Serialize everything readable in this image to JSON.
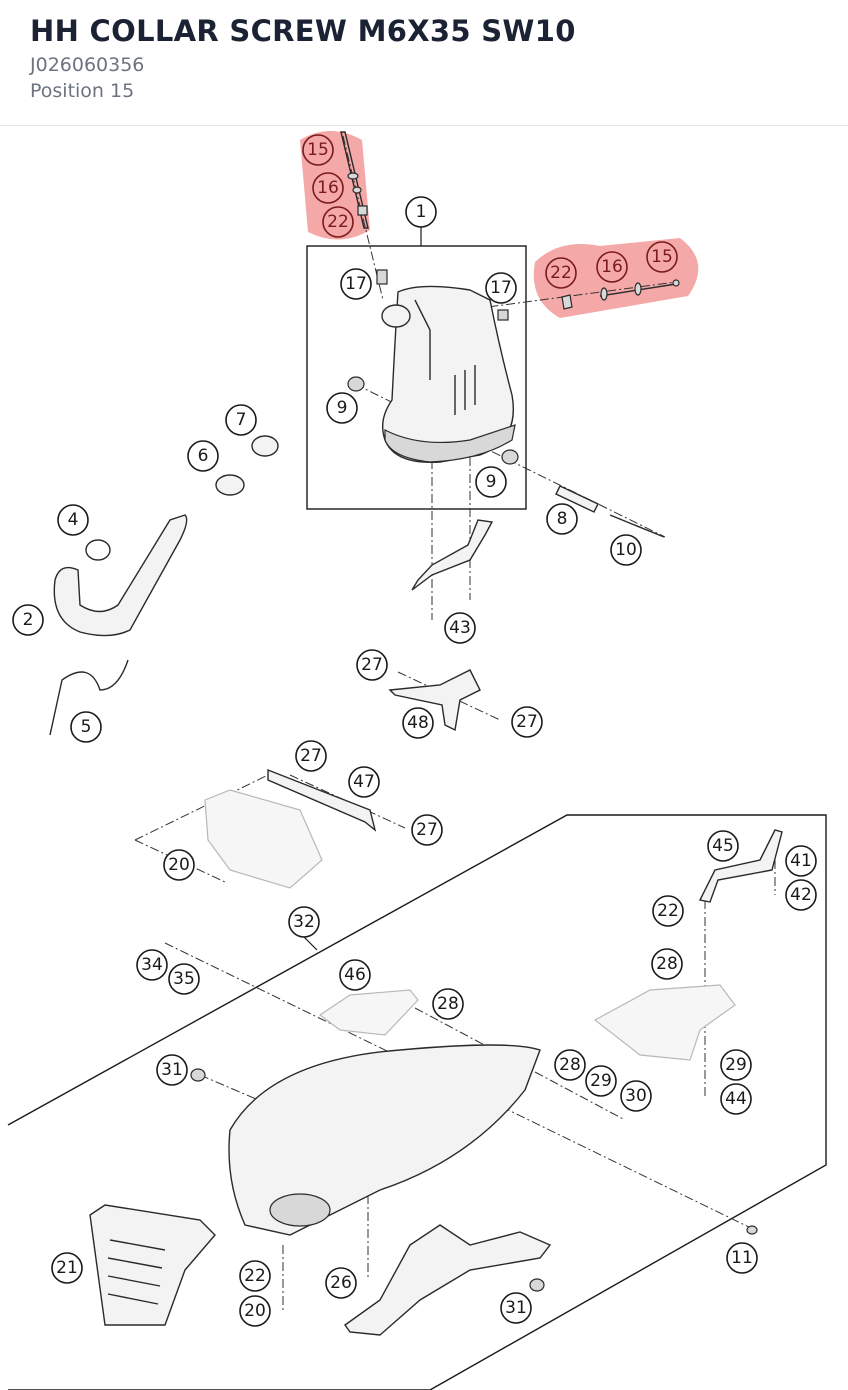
{
  "header": {
    "title": "HH COLLAR SCREW M6X35 SW10",
    "part_number": "J026060356",
    "position": "Position 15"
  },
  "colors": {
    "title": "#1a2233",
    "subtitle": "#6b7280",
    "highlight": "#f07c7c"
  },
  "diagram": {
    "callouts": [
      {
        "label": "15",
        "highlight": true
      },
      {
        "label": "16",
        "highlight": true
      },
      {
        "label": "22",
        "highlight": true
      },
      {
        "label": "1",
        "highlight": false
      },
      {
        "label": "17",
        "highlight": false
      },
      {
        "label": "17",
        "highlight": false
      },
      {
        "label": "22",
        "highlight": true
      },
      {
        "label": "16",
        "highlight": true
      },
      {
        "label": "15",
        "highlight": true
      },
      {
        "label": "9",
        "highlight": false
      },
      {
        "label": "9",
        "highlight": false
      },
      {
        "label": "7",
        "highlight": false
      },
      {
        "label": "6",
        "highlight": false
      },
      {
        "label": "8",
        "highlight": false
      },
      {
        "label": "10",
        "highlight": false
      },
      {
        "label": "4",
        "highlight": false
      },
      {
        "label": "2",
        "highlight": false
      },
      {
        "label": "43",
        "highlight": false
      },
      {
        "label": "5",
        "highlight": false
      },
      {
        "label": "27",
        "highlight": false
      },
      {
        "label": "48",
        "highlight": false
      },
      {
        "label": "27",
        "highlight": false
      },
      {
        "label": "27",
        "highlight": false
      },
      {
        "label": "47",
        "highlight": false
      },
      {
        "label": "27",
        "highlight": false
      },
      {
        "label": "20",
        "highlight": false
      },
      {
        "label": "45",
        "highlight": false
      },
      {
        "label": "41",
        "highlight": false
      },
      {
        "label": "42",
        "highlight": false
      },
      {
        "label": "22",
        "highlight": false
      },
      {
        "label": "32",
        "highlight": false
      },
      {
        "label": "34",
        "highlight": false
      },
      {
        "label": "35",
        "highlight": false
      },
      {
        "label": "28",
        "highlight": false
      },
      {
        "label": "46",
        "highlight": false
      },
      {
        "label": "28",
        "highlight": false
      },
      {
        "label": "29",
        "highlight": false
      },
      {
        "label": "31",
        "highlight": false
      },
      {
        "label": "28",
        "highlight": false
      },
      {
        "label": "29",
        "highlight": false
      },
      {
        "label": "30",
        "highlight": false
      },
      {
        "label": "44",
        "highlight": false
      },
      {
        "label": "11",
        "highlight": false
      },
      {
        "label": "21",
        "highlight": false
      },
      {
        "label": "22",
        "highlight": false
      },
      {
        "label": "26",
        "highlight": false
      },
      {
        "label": "20",
        "highlight": false
      },
      {
        "label": "31",
        "highlight": false
      }
    ]
  }
}
